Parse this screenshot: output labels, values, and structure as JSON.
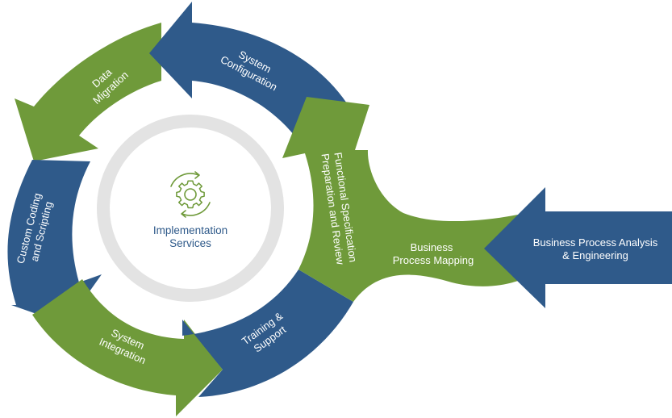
{
  "colors": {
    "green": "#6f9a3a",
    "blue": "#2f5a8a",
    "ring": "#e3e3e3",
    "icon": "#6f9a3a"
  },
  "center": {
    "icon": "gear-cycle-icon",
    "line1": "Implementation",
    "line2": "Services"
  },
  "segments": {
    "data_migration": {
      "line1": "Data",
      "line2": "Migration"
    },
    "system_configuration": {
      "line1": "System",
      "line2": "Configuration"
    },
    "functional_spec": {
      "line1": "Functional Specification",
      "line2": "Preparation and Review"
    },
    "training_support": {
      "line1": "Training &",
      "line2": "Support"
    },
    "system_integration": {
      "line1": "System",
      "line2": "Integration"
    },
    "custom_coding": {
      "line1": "Custom Coding",
      "line2": "and Scripting"
    },
    "business_mapping": {
      "line1": "Business",
      "line2": "Process Mapping"
    },
    "business_analysis": {
      "line1": "Business Process Analysis",
      "line2": "& Engineering"
    }
  }
}
